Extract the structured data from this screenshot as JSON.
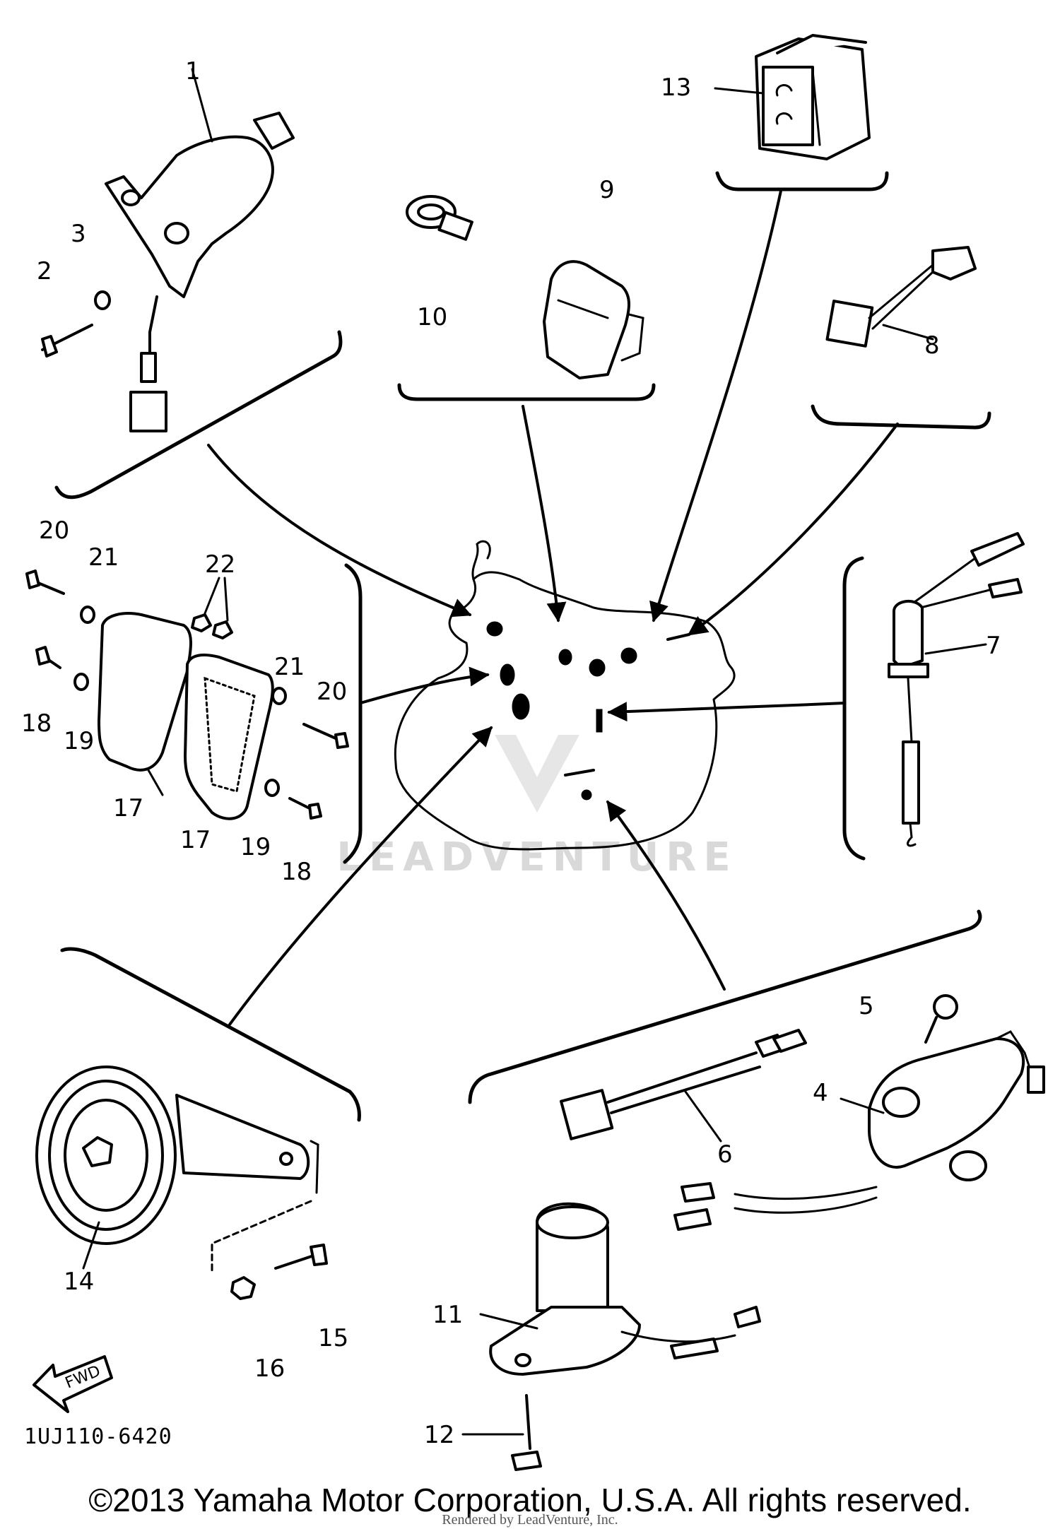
{
  "diagram": {
    "callouts": [
      "1",
      "2",
      "3",
      "4",
      "5",
      "6",
      "7",
      "8",
      "9",
      "10",
      "11",
      "12",
      "13",
      "14",
      "15",
      "16",
      "17",
      "17",
      "18",
      "18",
      "19",
      "19",
      "20",
      "20",
      "21",
      "21",
      "22"
    ],
    "fwd_label": "FWD",
    "diagram_code": "1UJ110-6420",
    "watermark": "LEADVENTURE"
  },
  "footer": {
    "copyright": "©2013 Yamaha Motor Corporation, U.S.A. All rights reserved.",
    "renderer": "Rendered by LeadVenture, Inc."
  }
}
